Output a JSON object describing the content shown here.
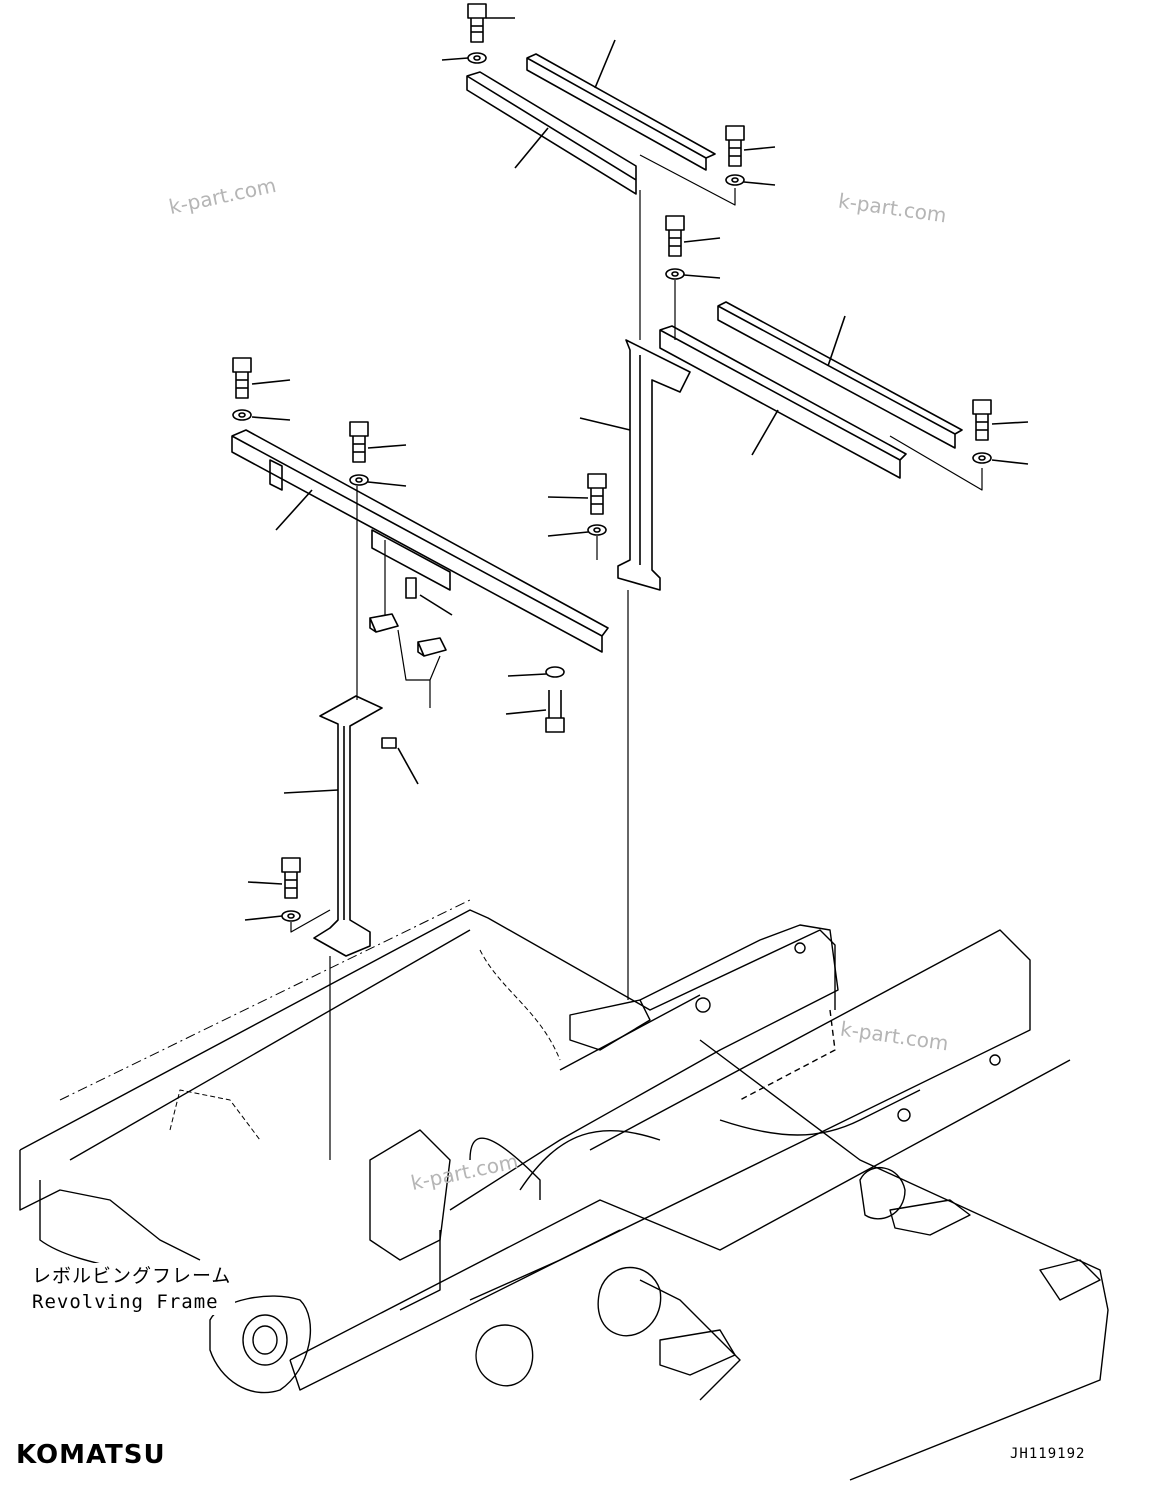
{
  "watermark": {
    "text": "k-part.com"
  },
  "frame_label": {
    "japanese": "レボルビングフレーム",
    "english": "Revolving Frame"
  },
  "brand": {
    "logo_text": "KOMATSU"
  },
  "drawing_code": "JH119192",
  "colors": {
    "line": "#000000",
    "watermark": "#b5b5b5",
    "background": "#ffffff"
  }
}
